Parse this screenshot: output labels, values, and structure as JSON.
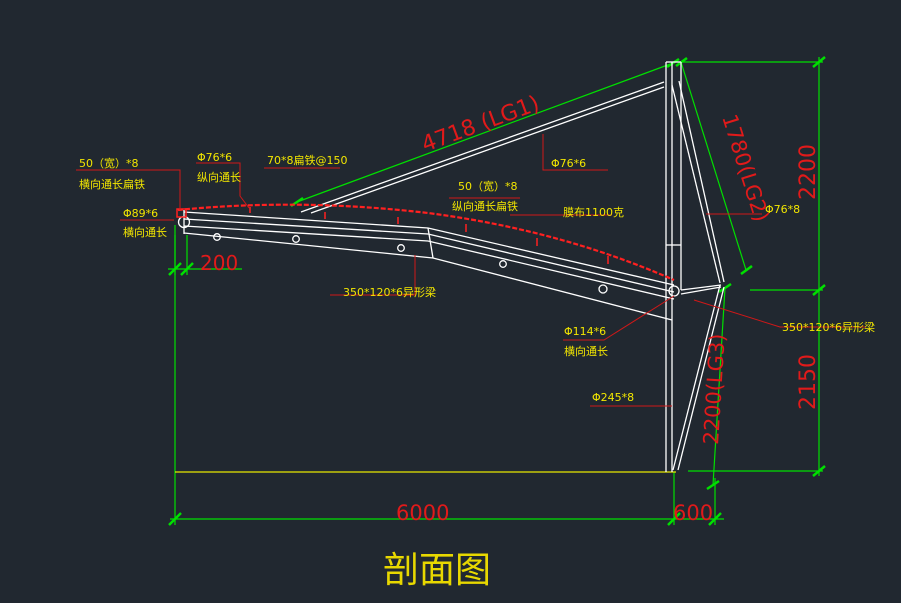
{
  "drawing": {
    "title": "剖面图",
    "dimensions": {
      "lg1": "4718 (LG1)",
      "lg2": "1780(LG2)",
      "lg3": "2200(LG3)",
      "h_upper": "2200",
      "h_lower": "2150",
      "w_main": "6000",
      "w_side": "600",
      "offset": "200"
    },
    "annotations": {
      "flat_iron_left_1": "50（宽）*8",
      "flat_iron_left_2": "横向通长扁铁",
      "pipe_long_1": "Φ76*6",
      "pipe_long_2": "纵向通长",
      "flat_iron_top": "70*8扁铁@150",
      "pipe_edge_1": "Φ89*6",
      "pipe_edge_2": "横向通长",
      "pipe_lg1": "Φ76*6",
      "flat_iron_mid_1": "50（宽）*8",
      "flat_iron_mid_2": "纵向通长扁铁",
      "membrane": "膜布1100克",
      "pipe_lg2": "Φ76*8",
      "beam_left": "350*120*6异形梁",
      "beam_right": "350*120*6异形梁",
      "pipe_cross_1": "Φ114*6",
      "pipe_cross_2": "横向通长",
      "column": "Φ245*8"
    },
    "colors": {
      "background": "#212830",
      "structure": "#ffffff",
      "dimension_line": "#00e000",
      "dimension_text": "#e11a1a",
      "membrane": "#ff2020",
      "annotation_text": "#f2e600",
      "leader": "#d01818",
      "ground_line": "#e8e800"
    }
  }
}
